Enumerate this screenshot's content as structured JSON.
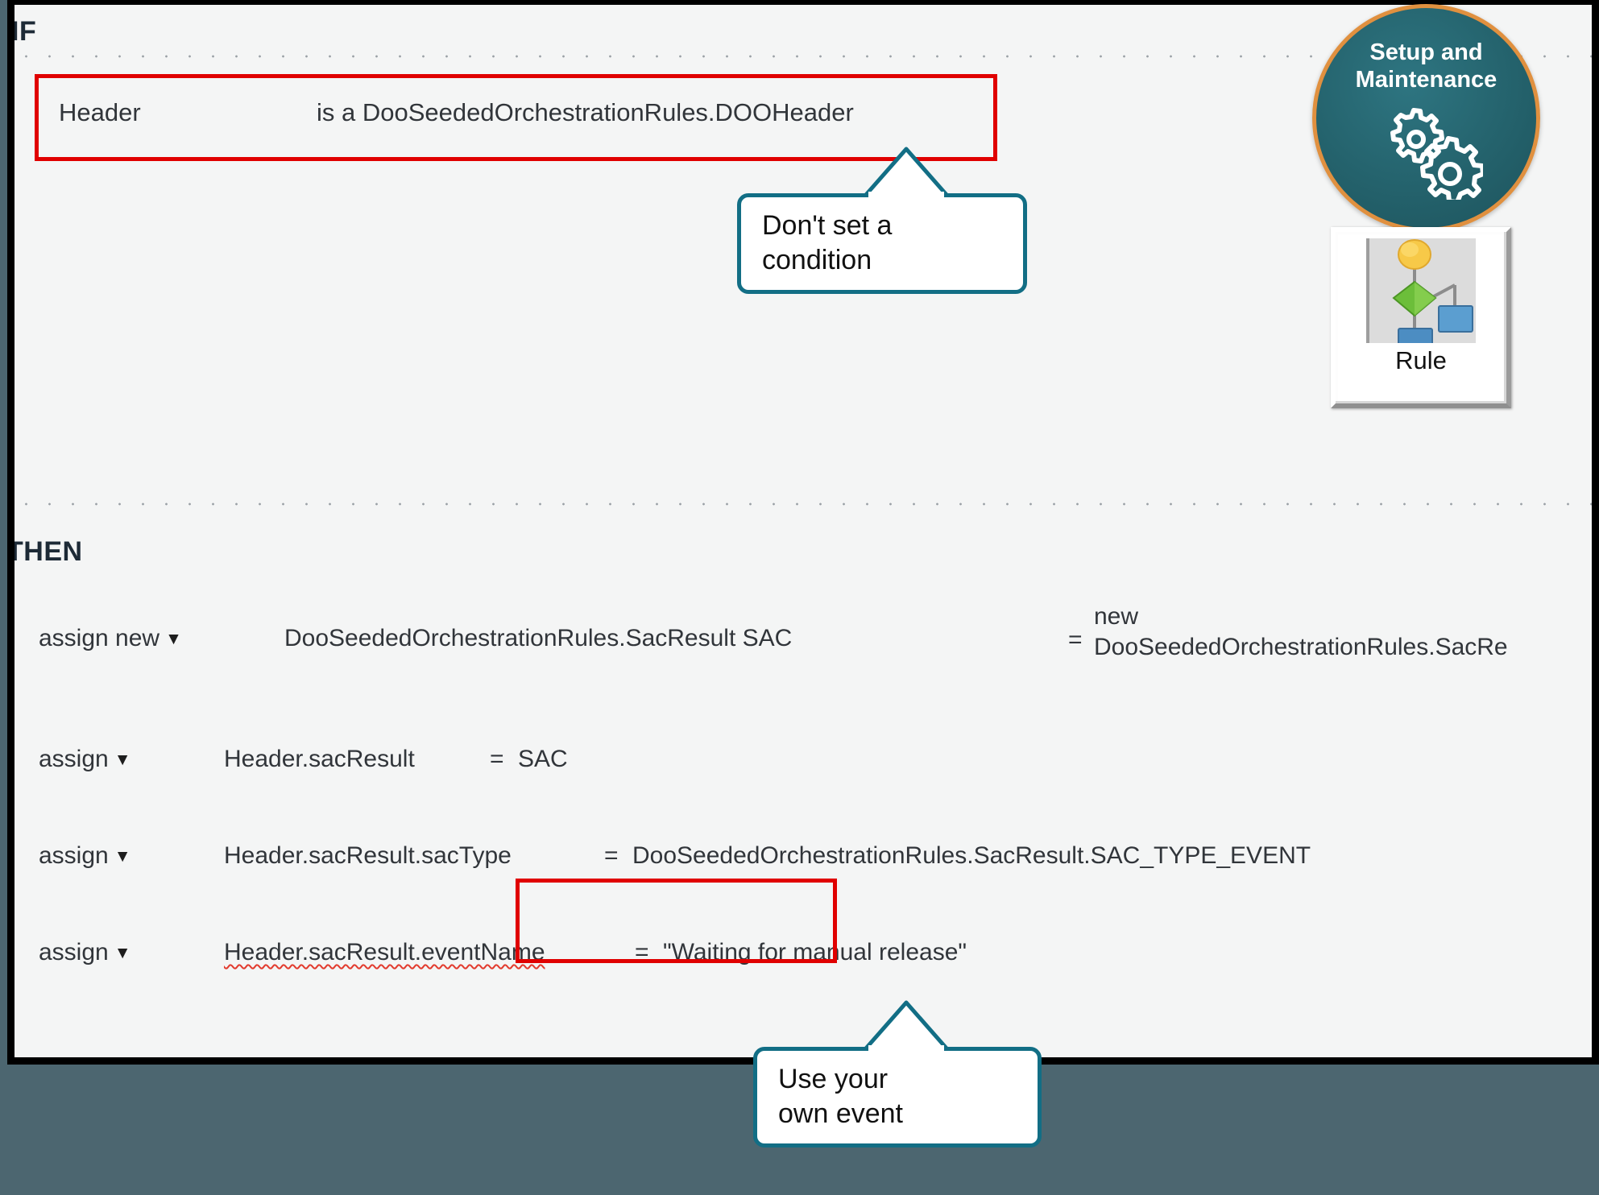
{
  "editor": {
    "if_keyword": "IF",
    "then_keyword": "THEN",
    "condition": {
      "variable": "Header",
      "expression": "is a DooSeededOrchestrationRules.DOOHeader"
    },
    "actions": [
      {
        "verb": "assign new",
        "caret": "▼",
        "target": "DooSeededOrchestrationRules.SacResult   SAC",
        "equals": "=",
        "value_line1": "new",
        "value_line2": "DooSeededOrchestrationRules.SacRe"
      },
      {
        "verb": "assign",
        "caret": "▼",
        "target": "Header.sacResult",
        "equals": "=",
        "value": "SAC"
      },
      {
        "verb": "assign",
        "caret": "▼",
        "target": "Header.sacResult.sacType",
        "equals": "=",
        "value": "DooSeededOrchestrationRules.SacResult.SAC_TYPE_EVENT"
      },
      {
        "verb": "assign",
        "caret": "▼",
        "target": "Header.sacResult.eventName",
        "equals": "=",
        "value": "\"Waiting for manual release\""
      }
    ]
  },
  "badge": {
    "line1": "Setup and",
    "line2": "Maintenance",
    "icon": "gears-icon"
  },
  "rule_tile": {
    "label": "Rule",
    "icon": "flowchart-icon"
  },
  "callouts": [
    {
      "text": "Don't set a\ncondition"
    },
    {
      "text": "Use your\nown event"
    }
  ],
  "colors": {
    "accent_teal": "#126e85",
    "badge_fill": "#24626c",
    "badge_border": "#e0903f",
    "highlight_red": "#e00000",
    "page_band": "#4c6670",
    "panel_bg": "#f4f5f5",
    "text": "#31353a"
  }
}
